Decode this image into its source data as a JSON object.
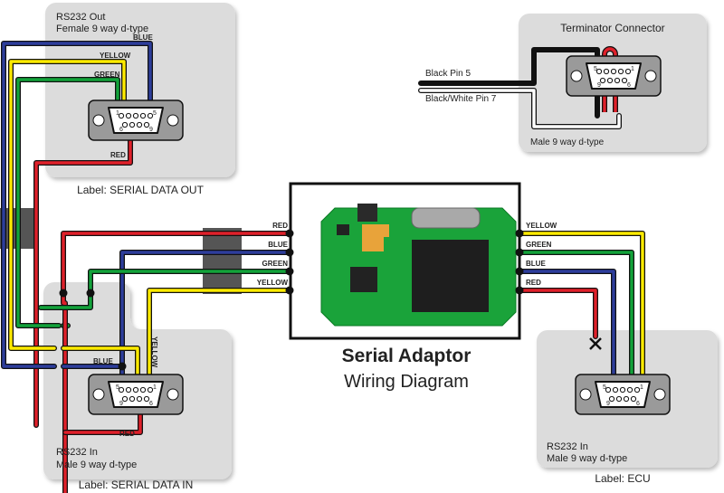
{
  "title": {
    "main": "Serial Adaptor",
    "sub": "Wiring Diagram"
  },
  "colors": {
    "red": "#e0202a",
    "blue": "#2d3d9c",
    "green": "#12a33a",
    "yellow": "#ffeb00",
    "panel": "#dcdcdc",
    "outline": "#111111"
  },
  "panels": {
    "rs232_out": {
      "heading": "RS232 Out",
      "type": "Female 9 way d-type",
      "caption": "Label: SERIAL DATA OUT",
      "wire_labels": [
        "BLUE",
        "YELLOW",
        "GREEN",
        "RED"
      ]
    },
    "terminator": {
      "heading": "Terminator Connector",
      "type": "Male 9 way d-type",
      "cable_labels": [
        "Black Pin 5",
        "Black/White Pin 7"
      ]
    },
    "rs232_in": {
      "heading": "RS232 In",
      "type": "Male 9 way d-type",
      "caption": "Label: SERIAL DATA IN",
      "wire_labels": [
        "BLUE",
        "YELLOW",
        "RED"
      ]
    },
    "ecu": {
      "heading": "RS232 In",
      "type": "Male 9 way d-type",
      "caption": "Label: ECU"
    }
  },
  "adaptor": {
    "left_wires": [
      "RED",
      "BLUE",
      "GREEN",
      "YELLOW"
    ],
    "right_wires": [
      "YELLOW",
      "GREEN",
      "BLUE",
      "RED"
    ]
  },
  "pin_labels": {
    "a": "1",
    "b": "5",
    "c": "6",
    "d": "9"
  }
}
